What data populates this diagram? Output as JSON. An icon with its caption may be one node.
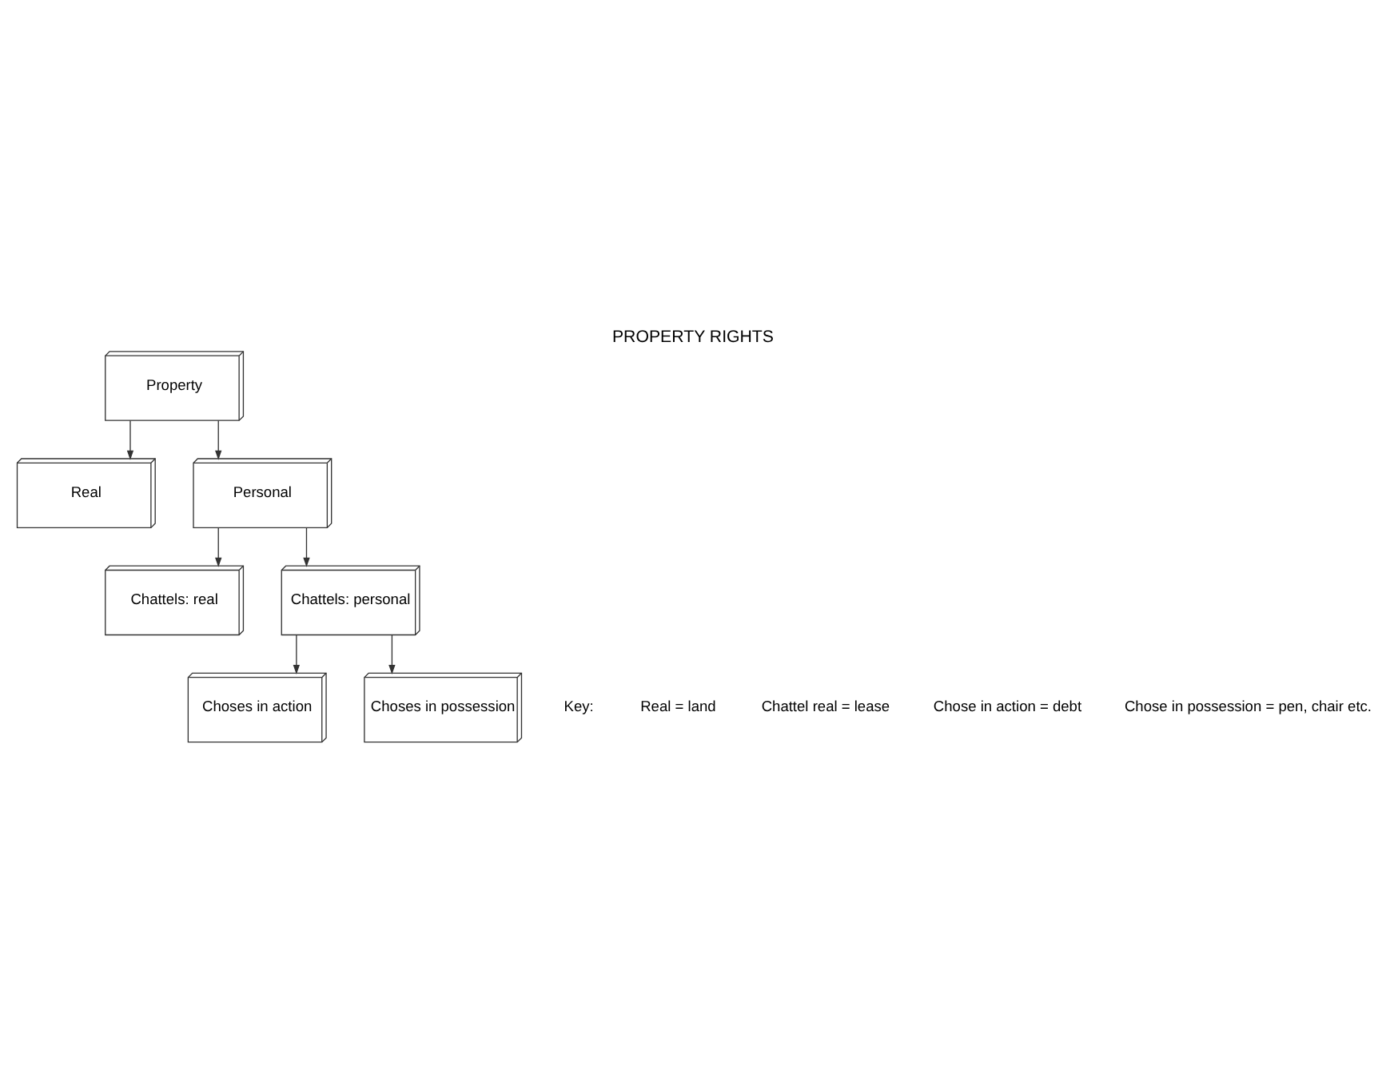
{
  "diagram": {
    "title": "PROPERTY RIGHTS",
    "nodes": [
      {
        "text": [
          "Property"
        ]
      },
      {
        "text": [
          "Real"
        ]
      },
      {
        "text": [
          "Personal"
        ]
      },
      {
        "text": [
          "Chattels: real"
        ]
      },
      {
        "text": [
          "Chattels: personal"
        ]
      },
      {
        "text": [
          "Choses in action"
        ]
      },
      {
        "text": [
          "Choses in possession"
        ]
      }
    ],
    "edges": [
      {
        "from": 0,
        "to": 1,
        "arrow": "to"
      },
      {
        "from": 0,
        "to": 2,
        "arrow": "to"
      },
      {
        "from": 2,
        "to": 3,
        "arrow": "to"
      },
      {
        "from": 2,
        "to": 4,
        "arrow": "to"
      },
      {
        "from": 4,
        "to": 5,
        "arrow": "to"
      },
      {
        "from": 4,
        "to": 6,
        "arrow": "to"
      }
    ],
    "labels": [
      "Key:",
      "Real = land",
      "Chattel real = lease",
      "Chose in action = debt",
      "Chose in possession = pen, chair etc."
    ]
  }
}
